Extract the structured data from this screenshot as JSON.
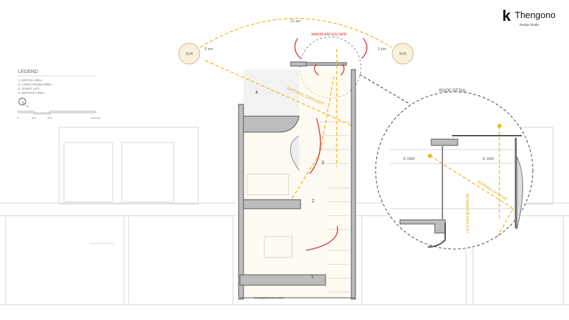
{
  "logo": {
    "name": "Thengono",
    "mark": "k",
    "subtitle": "Design Studio"
  },
  "legend": {
    "title": "LEGEND",
    "items": [
      "1. OFFICE AREA",
      "2. LIVING ROOM AREA",
      "3. GUEST LIFT",
      "4. SERVICE AREA"
    ],
    "north_label": "N",
    "scale_ticks": [
      "0",
      "100",
      "200",
      "500 cm"
    ]
  },
  "sun_path": {
    "noon_label": "12 am",
    "morning_label": "9 am",
    "afternoon_label": "3 pm",
    "sun_left": "SUN",
    "sun_right": "SUN",
    "warm_air": "WARM AIR ESCAPE",
    "daylight": "NATURAL DAYLIGHT"
  },
  "section": {
    "room_numbers": [
      "1",
      "2",
      "3",
      "4"
    ],
    "commercial": "COMMERCIAL AREA"
  },
  "roof_detail": {
    "title": "ROOF DETAIL",
    "radius_left": "R 1000",
    "radius_right": "R 1000",
    "morning": "MORNING DAYLIGHT",
    "afternoon": "AFTERNOON DAYLIGHT"
  },
  "colors": {
    "daylight": "#f0b820",
    "warm_air": "#d83030",
    "wall": "#bdbdbd"
  }
}
